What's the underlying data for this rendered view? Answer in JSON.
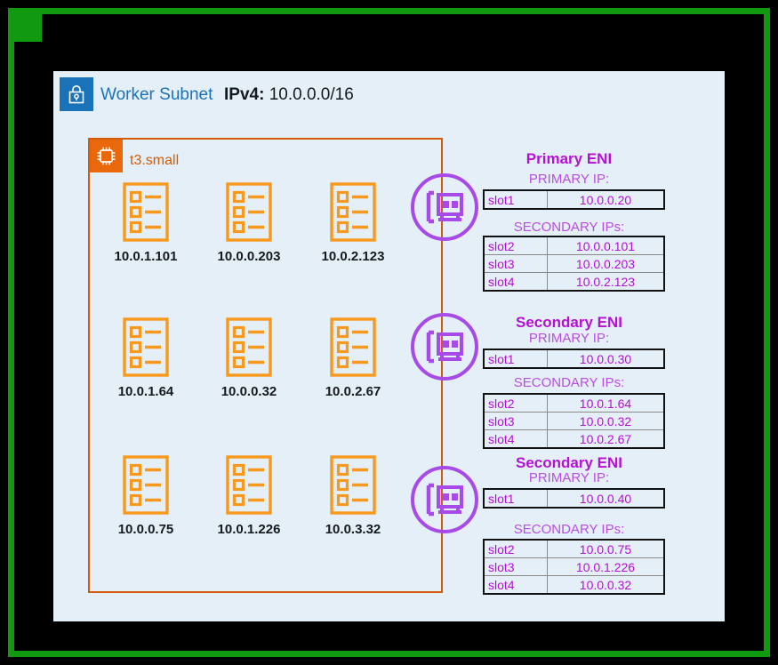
{
  "frame": {
    "accent_color": "#119911",
    "handle_name": "selection-handle"
  },
  "subnet": {
    "icon": "lock-icon",
    "title": "Worker Subnet",
    "cidr_label": "IPv4:",
    "cidr_value": "10.0.0.0/16",
    "title_color": "#1a73b8"
  },
  "instance": {
    "icon": "cpu-chip-icon",
    "label": "t3.small",
    "color": "#d45b07"
  },
  "pods": [
    {
      "icon": "pod-checklist-icon",
      "ip": "10.0.1.101"
    },
    {
      "icon": "pod-checklist-icon",
      "ip": "10.0.0.203"
    },
    {
      "icon": "pod-checklist-icon",
      "ip": "10.0.2.123"
    },
    {
      "icon": "pod-checklist-icon",
      "ip": "10.0.1.64"
    },
    {
      "icon": "pod-checklist-icon",
      "ip": "10.0.0.32"
    },
    {
      "icon": "pod-checklist-icon",
      "ip": "10.0.2.67"
    },
    {
      "icon": "pod-checklist-icon",
      "ip": "10.0.0.75"
    },
    {
      "icon": "pod-checklist-icon",
      "ip": "10.0.1.226"
    },
    {
      "icon": "pod-checklist-icon",
      "ip": "10.0.3.32"
    }
  ],
  "enis": [
    {
      "icon": "network-interface-icon",
      "title": "Primary ENI",
      "primary_label": "PRIMARY IP:",
      "primary_rows": [
        {
          "slot": "slot1",
          "ip": "10.0.0.20"
        }
      ],
      "secondary_label": "SECONDARY IPs:",
      "secondary_rows": [
        {
          "slot": "slot2",
          "ip": "10.0.0.101"
        },
        {
          "slot": "slot3",
          "ip": "10.0.0.203"
        },
        {
          "slot": "slot4",
          "ip": "10.0.2.123"
        }
      ]
    },
    {
      "icon": "network-interface-icon",
      "title": "Secondary ENI",
      "primary_label": "PRIMARY IP:",
      "primary_rows": [
        {
          "slot": "slot1",
          "ip": "10.0.0.30"
        }
      ],
      "secondary_label": "SECONDARY IPs:",
      "secondary_rows": [
        {
          "slot": "slot2",
          "ip": "10.0.1.64"
        },
        {
          "slot": "slot3",
          "ip": "10.0.0.32"
        },
        {
          "slot": "slot4",
          "ip": "10.0.2.67"
        }
      ]
    },
    {
      "icon": "network-interface-icon",
      "title": "Secondary ENI",
      "primary_label": "PRIMARY IP:",
      "primary_rows": [
        {
          "slot": "slot1",
          "ip": "10.0.0.40"
        }
      ],
      "secondary_label": "SECONDARY IPs:",
      "secondary_rows": [
        {
          "slot": "slot2",
          "ip": "10.0.0.75"
        },
        {
          "slot": "slot3",
          "ip": "10.0.1.226"
        },
        {
          "slot": "slot4",
          "ip": "10.0.0.32"
        }
      ]
    }
  ],
  "colors": {
    "eni_purple": "#b511d4",
    "eni_light_purple": "#b84fe0",
    "subnet_bg": "#e4eff7",
    "instance_orange": "#d45b07",
    "pod_orange": "#f8991d"
  }
}
